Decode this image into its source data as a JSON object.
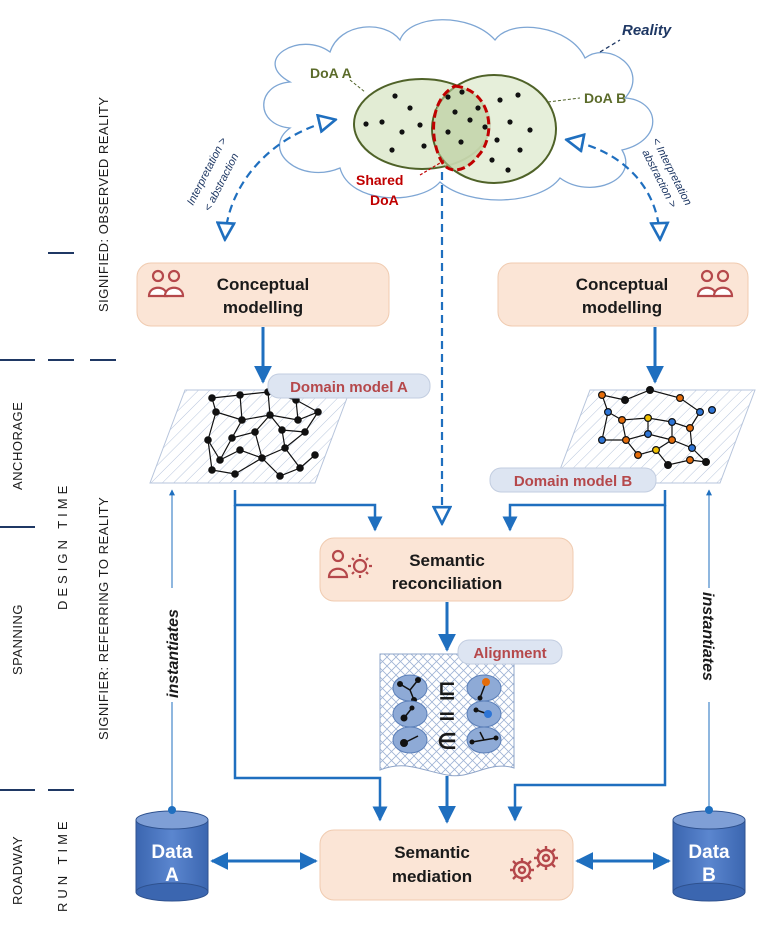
{
  "reality_label": "Reality",
  "doa_a": "DoA A",
  "doa_b": "DoA B",
  "shared_doa_line1": "Shared",
  "shared_doa_line2": "DoA",
  "interp_left_line1": "Interpretation >",
  "interp_left_line2": "< abstraction",
  "interp_right_line1": "< Interpretation",
  "interp_right_line2": "abstraction >",
  "conceptual_left_line1": "Conceptual",
  "conceptual_left_line2": "modelling",
  "conceptual_right_line1": "Conceptual",
  "conceptual_right_line2": "modelling",
  "domain_model_a": "Domain model A",
  "domain_model_b": "Domain model B",
  "semantic_reconciliation_line1": "Semantic",
  "semantic_reconciliation_line2": "reconciliation",
  "alignment": "Alignment",
  "instantiates_left": "instantiates",
  "instantiates_right": "instantiates",
  "semantic_mediation_line1": "Semantic",
  "semantic_mediation_line2": "mediation",
  "data_a_line1": "Data",
  "data_a_line2": "A",
  "data_b_line1": "Data",
  "data_b_line2": "B",
  "side_labels": {
    "signified": "SIGNIFIED: OBSERVED REALITY",
    "signifier": "SIGNIFIER: REFERRING TO REALITY",
    "anchorage": "ANCHORAGE",
    "spanning": "SPANNING",
    "roadway": "ROADWAY",
    "design_time": "DESIGN TIME",
    "run_time": "RUN TIME"
  },
  "alignment_symbols": [
    "⊑",
    "=",
    "∈"
  ],
  "colors": {
    "arrow_blue": "#1f6fbf",
    "box_fill": "#fbe5d6",
    "db_fill": "#4472c4",
    "doa_fill": "#e2ecd4",
    "shared_red": "#c00000",
    "icon_red": "#b5484b"
  }
}
